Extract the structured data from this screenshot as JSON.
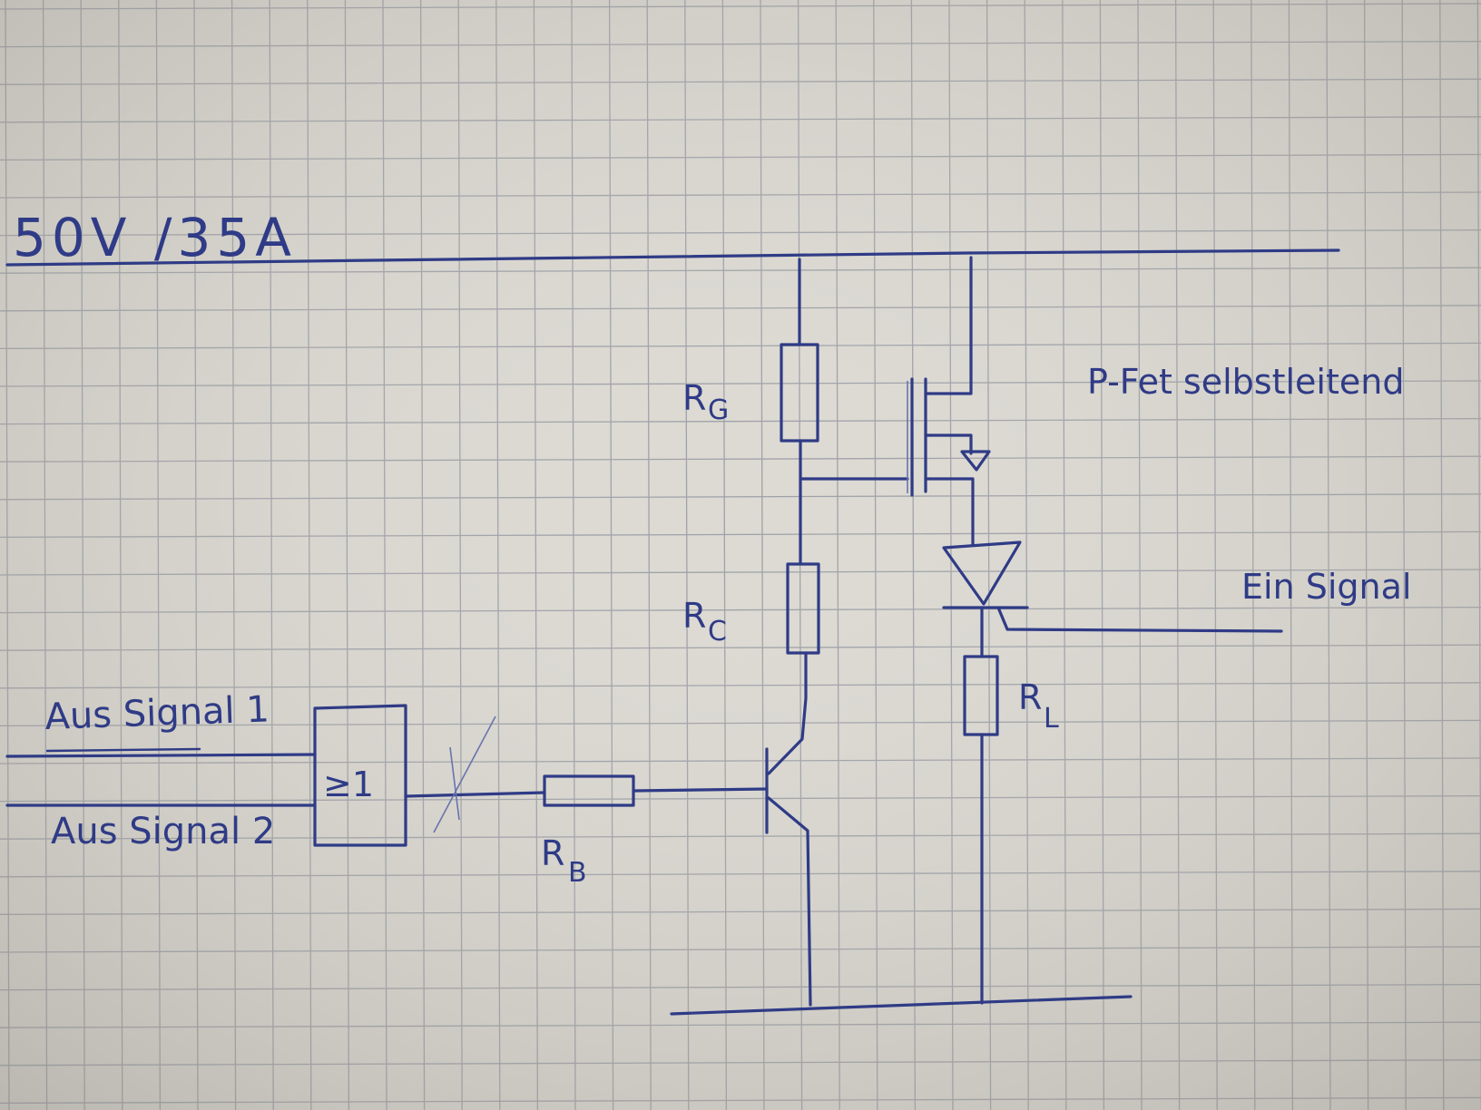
{
  "supply_label": "50V /35A",
  "labels": {
    "rg": "R",
    "rg_sub": "G",
    "rc": "R",
    "rc_sub": "C",
    "rb": "R",
    "rb_sub": "B",
    "rl": "R",
    "rl_sub": "L",
    "fet": "P-Fet selbstleitend",
    "ein_signal": "Ein Signal",
    "aus_signal_1": "Aus Signal 1",
    "aus_signal_2": "Aus Signal 2",
    "or_gate": "≥1"
  },
  "colors": {
    "paper": "#d8d6cf",
    "grid": "#9ea0a8",
    "ink": "#2f3b86"
  }
}
